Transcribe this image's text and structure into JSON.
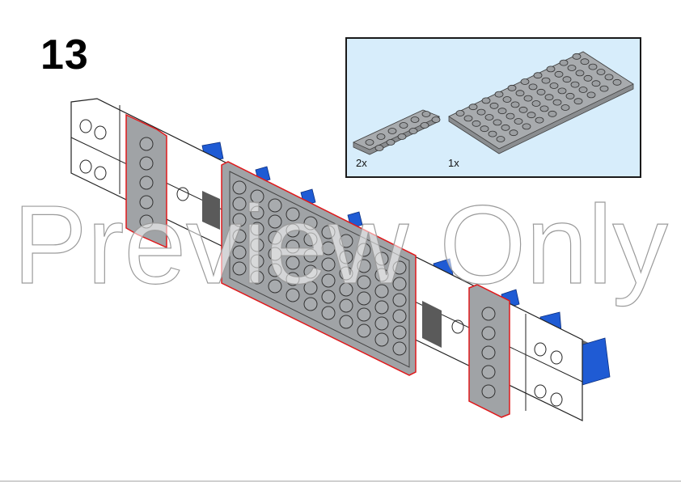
{
  "page": {
    "step_number": "13",
    "watermark_text": "Preview Only"
  },
  "parts_callout": {
    "items": [
      {
        "name": "gray-plate-2x6",
        "quantity": "2x",
        "color": "#a0a3a6"
      },
      {
        "name": "gray-plate-6x10",
        "quantity": "1x",
        "color": "#a0a3a6"
      }
    ],
    "background": "#d7edfb",
    "border": "#1a1a1a"
  },
  "model": {
    "new_parts_outline_color": "#e0191b",
    "plate_color": "#a0a3a6",
    "frame_color": "#ffffff",
    "accent_color": "#1f5bd4",
    "shadow_color": "#6b6b6b"
  }
}
